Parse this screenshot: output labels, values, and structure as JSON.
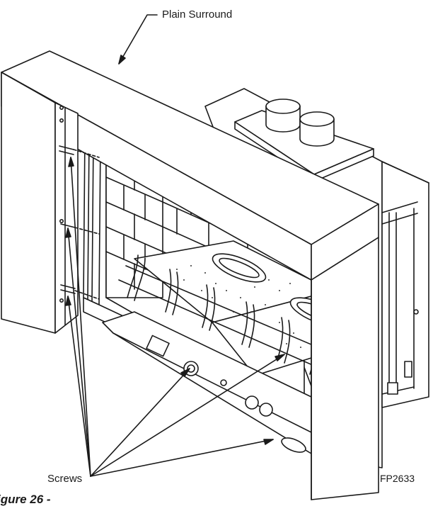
{
  "labels": {
    "surround": "Plain Surround",
    "screws": "Screws",
    "figure_code": "FP2633",
    "caption": "igure 26 -"
  },
  "colors": {
    "line": "#1a1a1a",
    "panel_fill": "#ffffff",
    "brick_fill": "#ffffff",
    "dot": "#333333"
  }
}
